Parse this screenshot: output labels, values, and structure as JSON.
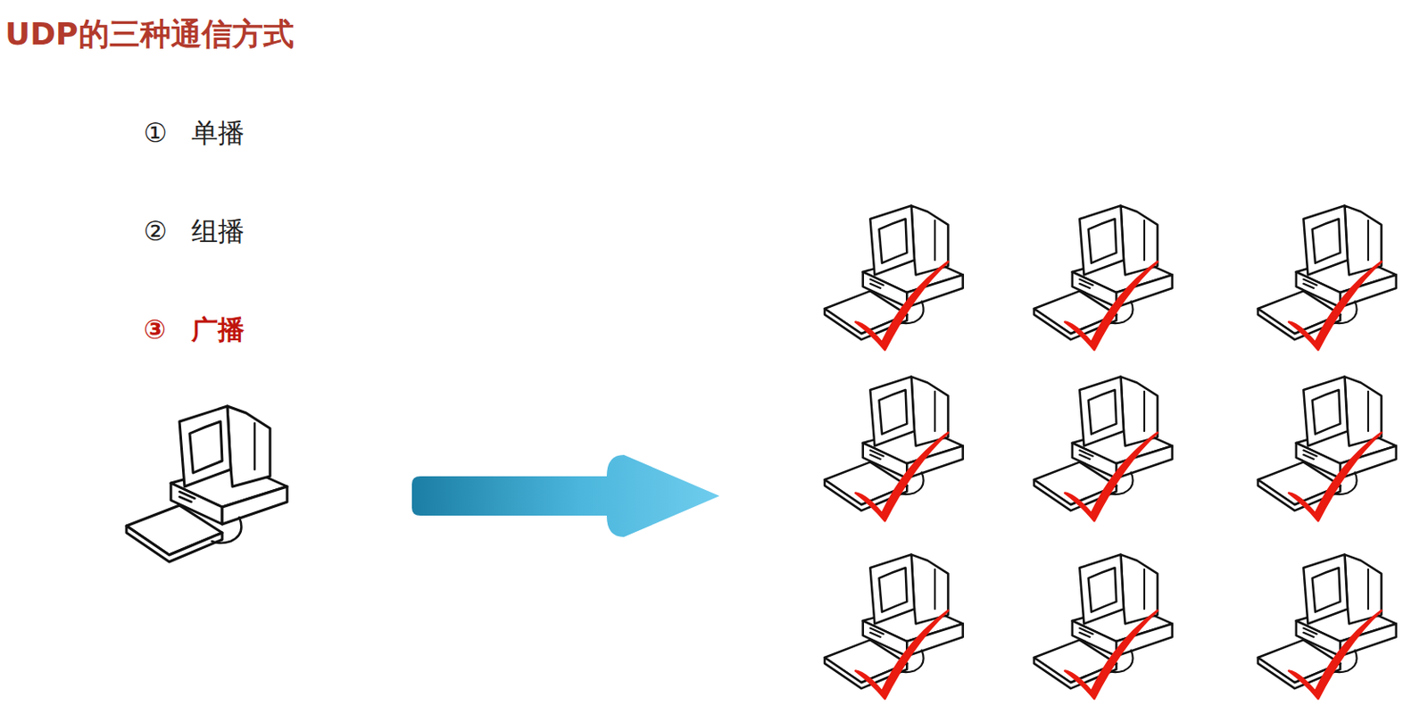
{
  "diagram": {
    "title": "UDP的三种通信方式",
    "labels": [
      "①",
      "单播",
      "②",
      "组播",
      "③",
      "广播"
    ]
  }
}
